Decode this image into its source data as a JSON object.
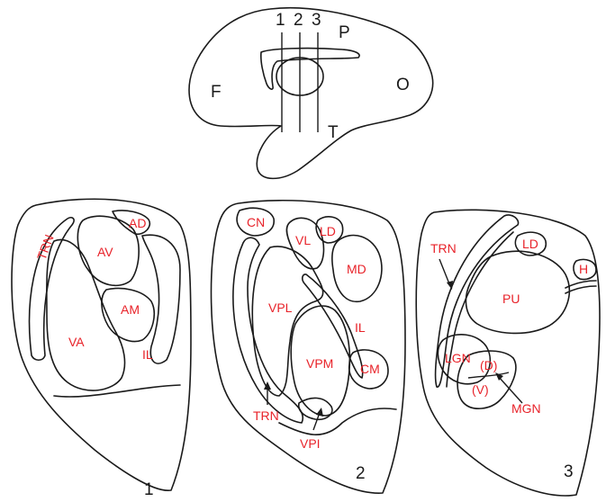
{
  "brain": {
    "section_numbers": [
      "1",
      "2",
      "3"
    ],
    "lobes": {
      "frontal": "F",
      "parietal": "P",
      "occipital": "O",
      "temporal": "T"
    }
  },
  "section1": {
    "number": "1",
    "labels": {
      "trn": "TRN",
      "av": "AV",
      "ad": "AD",
      "am": "AM",
      "va": "VA",
      "il": "IL"
    }
  },
  "section2": {
    "number": "2",
    "labels": {
      "cn": "CN",
      "vl": "VL",
      "ld": "LD",
      "md": "MD",
      "vpl": "VPL",
      "il": "IL",
      "vpm": "VPM",
      "cm": "CM",
      "trn": "TRN",
      "vpi": "VPI"
    }
  },
  "section3": {
    "number": "3",
    "labels": {
      "trn": "TRN",
      "ld": "LD",
      "h": "H",
      "pu": "PU",
      "lgn": "LGN",
      "d": "(D)",
      "v": "(V)",
      "mgn": "MGN"
    }
  }
}
